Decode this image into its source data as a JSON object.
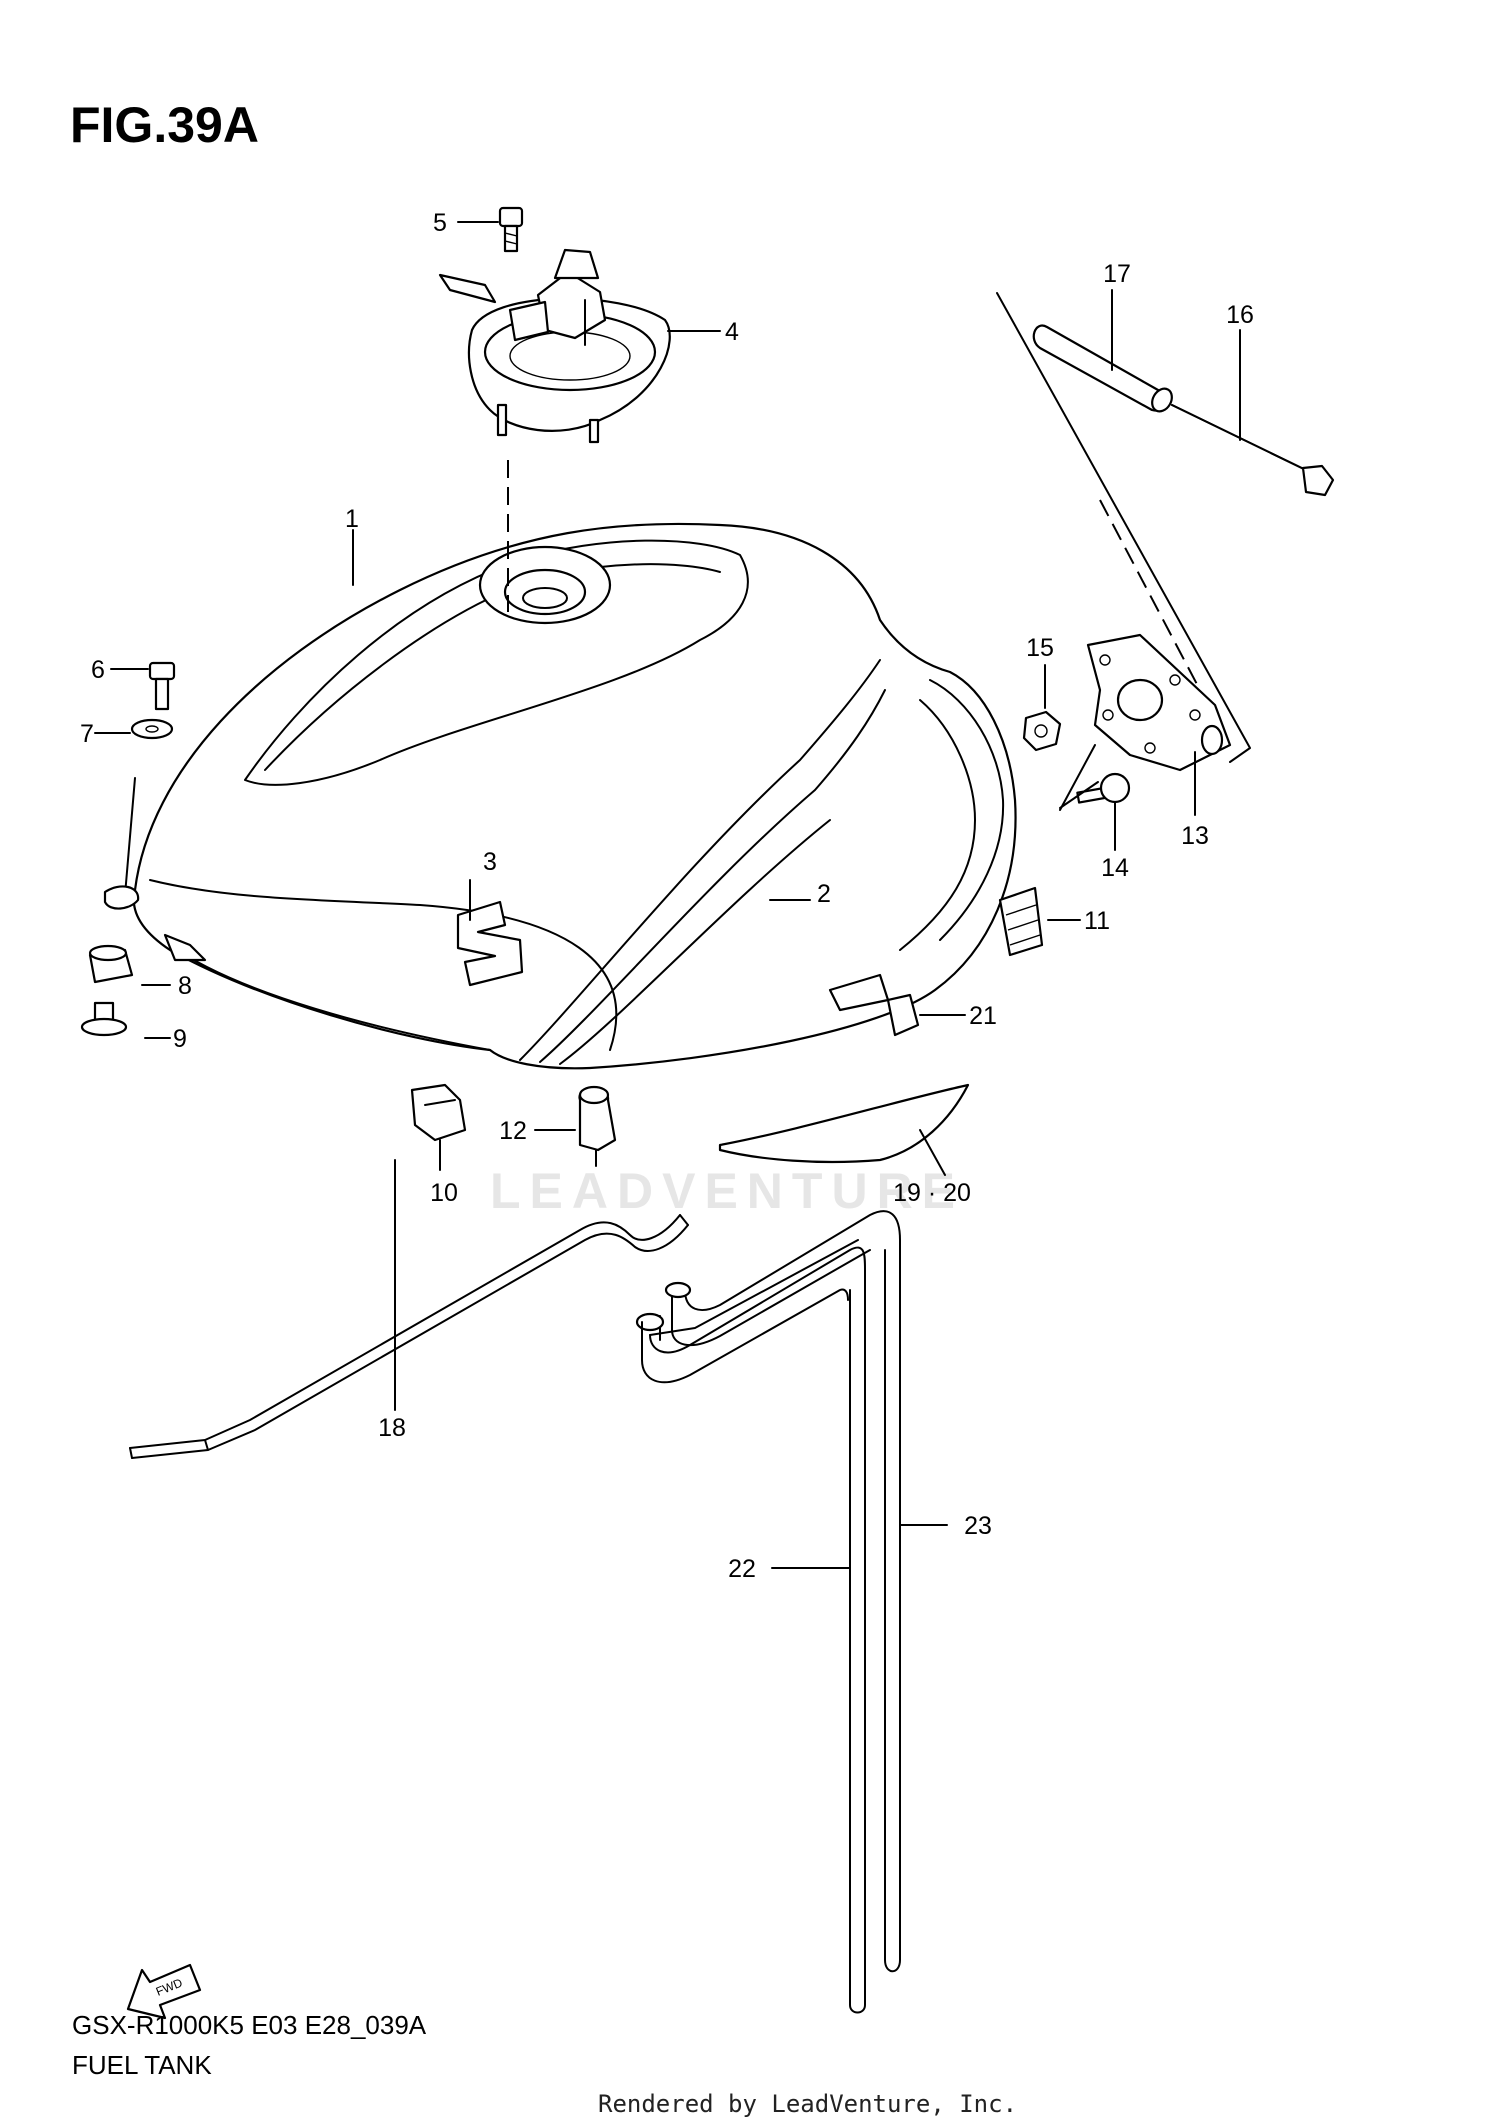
{
  "figure": {
    "title": "FIG.39A",
    "model_code": "GSX-R1000K5 E03 E28_039A",
    "section_name": "FUEL TANK",
    "rendered_by": "Rendered by LeadVenture, Inc.",
    "watermark": "LEADVENTURE",
    "fwd_label": "FWD"
  },
  "callouts": [
    {
      "id": "1",
      "label": "1"
    },
    {
      "id": "2",
      "label": "2"
    },
    {
      "id": "3",
      "label": "3"
    },
    {
      "id": "4",
      "label": "4"
    },
    {
      "id": "5",
      "label": "5"
    },
    {
      "id": "6",
      "label": "6"
    },
    {
      "id": "7",
      "label": "7"
    },
    {
      "id": "8",
      "label": "8"
    },
    {
      "id": "9",
      "label": "9"
    },
    {
      "id": "10",
      "label": "10"
    },
    {
      "id": "11",
      "label": "11"
    },
    {
      "id": "12",
      "label": "12"
    },
    {
      "id": "13",
      "label": "13"
    },
    {
      "id": "14",
      "label": "14"
    },
    {
      "id": "15",
      "label": "15"
    },
    {
      "id": "16",
      "label": "16"
    },
    {
      "id": "17",
      "label": "17"
    },
    {
      "id": "18",
      "label": "18"
    },
    {
      "id": "19-20",
      "label": "19 · 20"
    },
    {
      "id": "21",
      "label": "21"
    },
    {
      "id": "22",
      "label": "22"
    },
    {
      "id": "23",
      "label": "23"
    }
  ]
}
